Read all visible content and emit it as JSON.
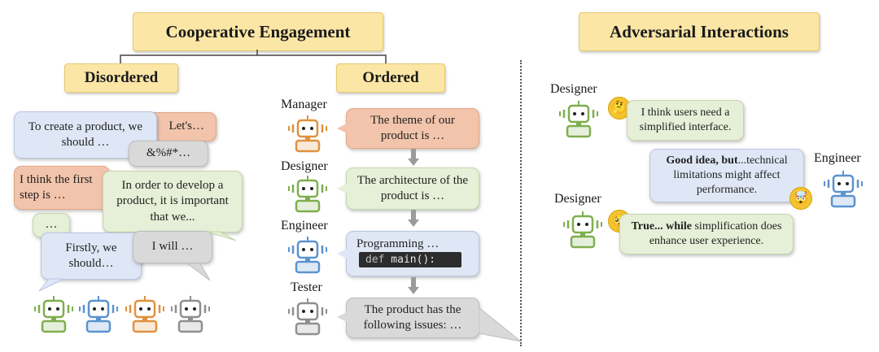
{
  "headers": {
    "cooperative": "Cooperative Engagement",
    "disordered": "Disordered",
    "ordered": "Ordered",
    "adversarial": "Adversarial Interactions"
  },
  "disordered": {
    "bubbles": {
      "create_product": "To create a product, we should …",
      "lets": "Let's…",
      "garbled": "&%#*…",
      "first_step": "I think the first step is …",
      "develop": "In order to develop a product, it is important that we...",
      "ellipsis": "…",
      "firstly": "Firstly, we should…",
      "i_will": "I will …"
    },
    "robot_colors": [
      "#7fae4e",
      "#5b93cf",
      "#e0913e",
      "#8f8f8f"
    ]
  },
  "ordered": {
    "steps": [
      {
        "role": "Manager",
        "text": "The theme of our product is …",
        "color": "#e0913e"
      },
      {
        "role": "Designer",
        "text": "The architecture of the product is …",
        "color": "#7fae4e"
      },
      {
        "role": "Engineer",
        "text": "Programming …",
        "color": "#5b93cf"
      },
      {
        "role": "Tester",
        "text": "The product has the following issues: …",
        "color": "#8f8f8f"
      }
    ],
    "code": {
      "keyword": "def",
      "rest": " main():"
    }
  },
  "adversarial": {
    "designer_1": {
      "role": "Designer",
      "text": "I think users need a simplified interface.",
      "emoji": "thinking-face"
    },
    "engineer": {
      "role": "Engineer",
      "text_bold": "Good idea, but",
      "text_rest": "...technical limitations might affect performance.",
      "emoji": "exploding-head"
    },
    "designer_2": {
      "role": "Designer",
      "text_bold": "True... while",
      "text_rest": " simplification does enhance user experience.",
      "emoji": "smiling-face"
    }
  }
}
